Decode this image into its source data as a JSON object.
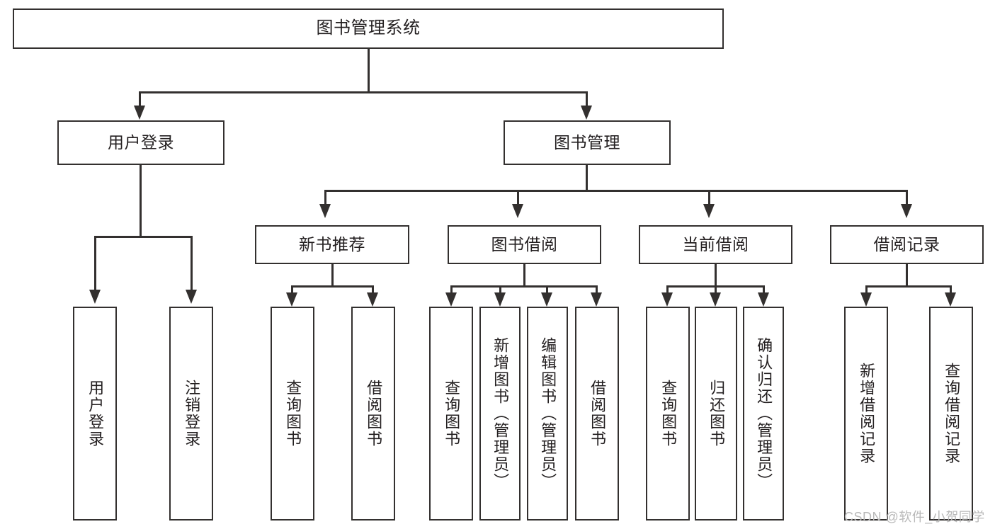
{
  "diagram": {
    "type": "hierarchy-tree",
    "title": "图书管理系统",
    "root": {
      "label": "图书管理系统"
    },
    "level2": [
      {
        "label": "用户登录"
      },
      {
        "label": "图书管理"
      }
    ],
    "level3": [
      {
        "label": "新书推荐"
      },
      {
        "label": "图书借阅"
      },
      {
        "label": "当前借阅"
      },
      {
        "label": "借阅记录"
      }
    ],
    "leaves": {
      "user_login": [
        {
          "label": "用户登录"
        },
        {
          "label": "注销登录"
        }
      ],
      "new_book_recommend": [
        {
          "label": "查询图书"
        },
        {
          "label": "借阅图书"
        }
      ],
      "book_borrow": [
        {
          "label": "查询图书"
        },
        {
          "label": "新增图书（管理员）"
        },
        {
          "label": "编辑图书（管理员）"
        },
        {
          "label": "借阅图书"
        }
      ],
      "current_borrow": [
        {
          "label": "查询图书"
        },
        {
          "label": "归还图书"
        },
        {
          "label": "确认归还（管理员）"
        }
      ],
      "borrow_record": [
        {
          "label": "新增借阅记录"
        },
        {
          "label": "查询借阅记录"
        }
      ]
    }
  },
  "watermark": {
    "text": "CSDN @软件_小贺同学"
  },
  "colors": {
    "stroke": "#33302f",
    "text": "#231f20",
    "background": "#ffffff",
    "watermark": "#b9b9b9"
  }
}
